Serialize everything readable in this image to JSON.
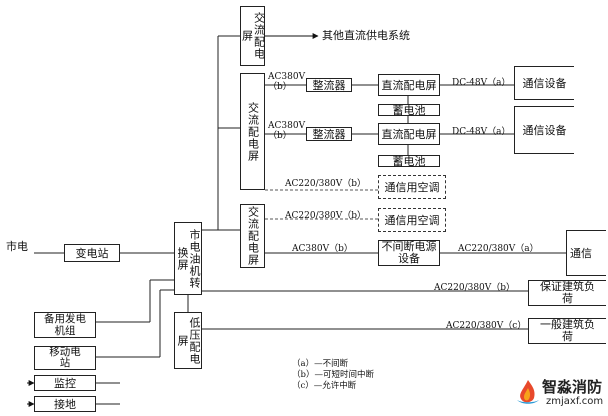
{
  "nodes": {
    "dc_panel_top": "交流配电屏",
    "dc_panel_mid": "交流配电屏",
    "ac_panel_low": "交流配电屏",
    "ats_panel": "市电油机转换屏",
    "lv_panel": "低压配电屏",
    "substation": "变电站",
    "backup_gen": "备用发电机组",
    "mobile_station": "移动电站",
    "monitor": "监控",
    "ground": "接地",
    "rectifier_1": "整流器",
    "rectifier_2": "整流器",
    "dc_screen_1": "直流配电屏",
    "dc_screen_2": "直流配电屏",
    "battery_1": "蓄电池",
    "battery_2": "蓄电池",
    "comm_equip_1": "通信设备",
    "comm_equip_2": "通信设备",
    "comm_ac_1": "通信用空调",
    "comm_ac_2": "通信用空调",
    "ups": "不间断电源设备",
    "comm_3": "通信",
    "guarantee_load": "保证建筑负荷",
    "general_load": "一般建筑负荷"
  },
  "labels": {
    "mains": "市电",
    "other_dc": "其他直流供电系统",
    "ac380_b_1": "AC380V\n（b）",
    "ac380_b_2": "AC380V\n（b）",
    "dc48_a_1": "DC-48V（a）",
    "dc48_a_2": "DC-48V（a）",
    "ac220_b_1": "AC220/380V（b）",
    "ac220_b_2": "AC220/380V（b）",
    "ac380_b_3": "AC380V（b）",
    "ac220_a": "AC220/380V（a）",
    "ac220_b_3": "AC220/380V（b）",
    "ac220_c": "AC220/380V（c）"
  },
  "legend": [
    "（a）—不间断",
    "（b）—可短时间中断",
    "（c）—允许中断"
  ],
  "watermark": {
    "title": "智淼消防",
    "url": "zmjaxf.com",
    "logo_colors": [
      "#e8492b",
      "#f7a21b",
      "#2b9ad6"
    ]
  }
}
